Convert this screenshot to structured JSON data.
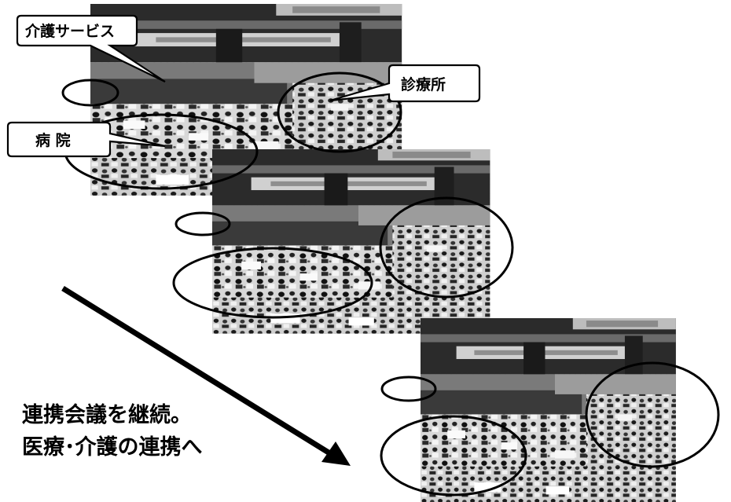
{
  "callouts": {
    "kaigo": "介護サービス",
    "shinryo": "診療所",
    "byoin": "病 院"
  },
  "caption": {
    "line1": "連携会議を継続。",
    "line2": "医療･介護の連携へ"
  },
  "photos": [
    {
      "role": "meeting-photo-1"
    },
    {
      "role": "meeting-photo-2"
    },
    {
      "role": "meeting-photo-3"
    }
  ],
  "colors": {
    "ink": "#000000",
    "paper": "#ffffff"
  }
}
